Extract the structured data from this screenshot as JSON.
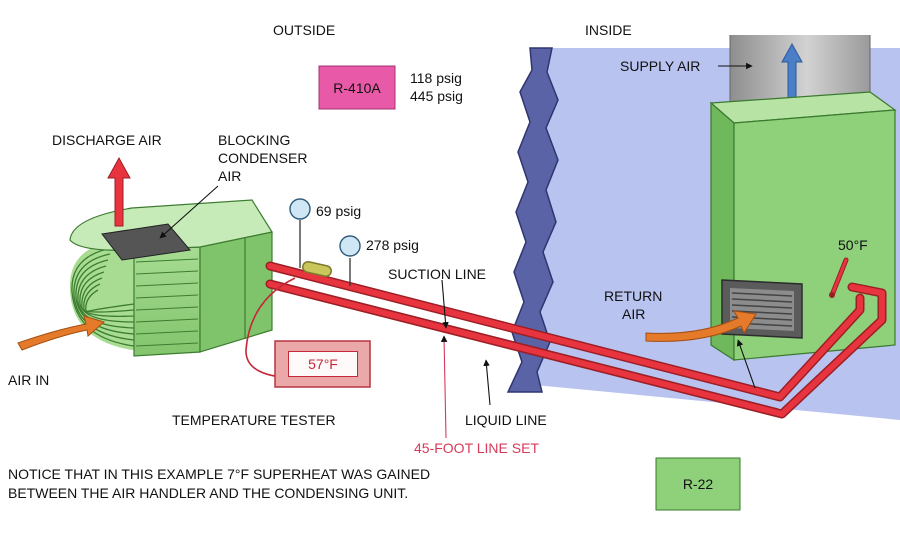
{
  "labels": {
    "outside": "OUTSIDE",
    "inside": "INSIDE",
    "r410a": "R-410A",
    "r410a_psig_low": "118 psig",
    "r410a_psig_high": "445 psig",
    "supply_air": "SUPPLY AIR",
    "discharge_air": "DISCHARGE AIR",
    "blocking_1": "BLOCKING",
    "blocking_2": "CONDENSER",
    "blocking_3": "AIR",
    "gauge_suction": "69 psig",
    "gauge_liquid": "278 psig",
    "suction_line": "SUCTION LINE",
    "return_air_1": "RETURN",
    "return_air_2": "AIR",
    "temp_50": "50°F",
    "tester_reading": "57°F",
    "air_in": "AIR IN",
    "temperature_tester": "TEMPERATURE TESTER",
    "liquid_line": "LIQUID LINE",
    "line_set": "45-FOOT LINE SET",
    "note_1": "NOTICE THAT IN THIS EXAMPLE 7°F SUPERHEAT WAS GAINED",
    "note_2": "BETWEEN THE AIR HANDLER AND THE CONDENSING UNIT.",
    "r22": "R-22"
  },
  "colors": {
    "refrigerant_line": "#e8343e",
    "air_handler": "#8fd07a",
    "wall": "#b9c3ef",
    "r410a_box": "#e85aa8",
    "r22_box": "#8fd07a",
    "arrow_orange": "#e57a2a",
    "supply_arrow": "#4a7fc8"
  }
}
